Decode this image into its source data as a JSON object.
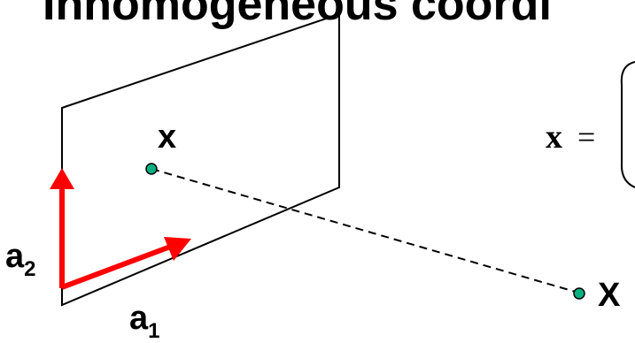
{
  "title": "Inhomogeneous coordi",
  "points": {
    "image_point_label": "x",
    "world_point_label": "X"
  },
  "axes": {
    "a1": {
      "base": "a",
      "sub": "1"
    },
    "a2": {
      "base": "a",
      "sub": "2"
    }
  },
  "equation": {
    "lhs": "x",
    "eq": "="
  },
  "colors": {
    "axis_arrow": "#ff0000",
    "point_fill": "#00b080",
    "lines": "#000000"
  }
}
